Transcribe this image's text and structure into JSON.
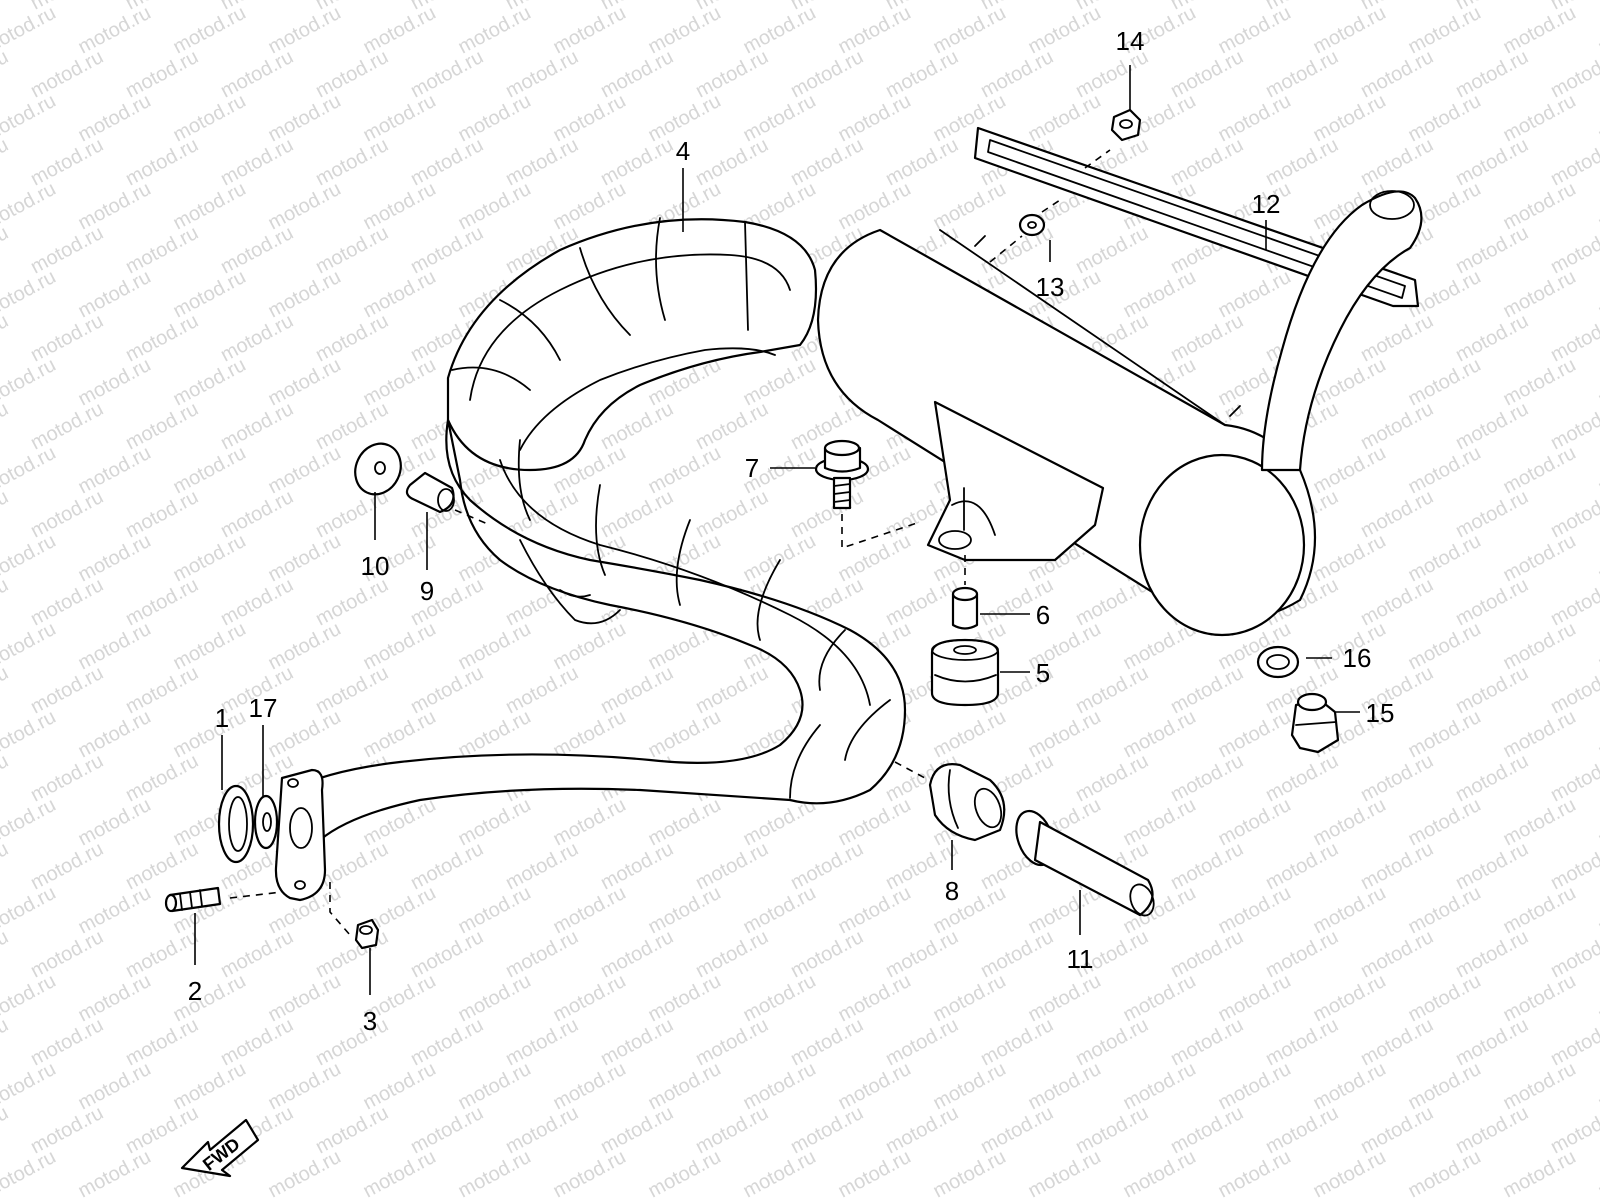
{
  "watermark": "motod.ru",
  "fwd_label": "FWD",
  "callouts": [
    {
      "id": "c1",
      "label": "1"
    },
    {
      "id": "c2",
      "label": "2"
    },
    {
      "id": "c3",
      "label": "3"
    },
    {
      "id": "c4",
      "label": "4"
    },
    {
      "id": "c5",
      "label": "5"
    },
    {
      "id": "c6",
      "label": "6"
    },
    {
      "id": "c7",
      "label": "7"
    },
    {
      "id": "c8",
      "label": "8"
    },
    {
      "id": "c9",
      "label": "9"
    },
    {
      "id": "c10",
      "label": "10"
    },
    {
      "id": "c11",
      "label": "11"
    },
    {
      "id": "c12",
      "label": "12"
    },
    {
      "id": "c13",
      "label": "13"
    },
    {
      "id": "c14",
      "label": "14"
    },
    {
      "id": "c15",
      "label": "15"
    },
    {
      "id": "c16",
      "label": "16"
    },
    {
      "id": "c17",
      "label": "17"
    }
  ]
}
